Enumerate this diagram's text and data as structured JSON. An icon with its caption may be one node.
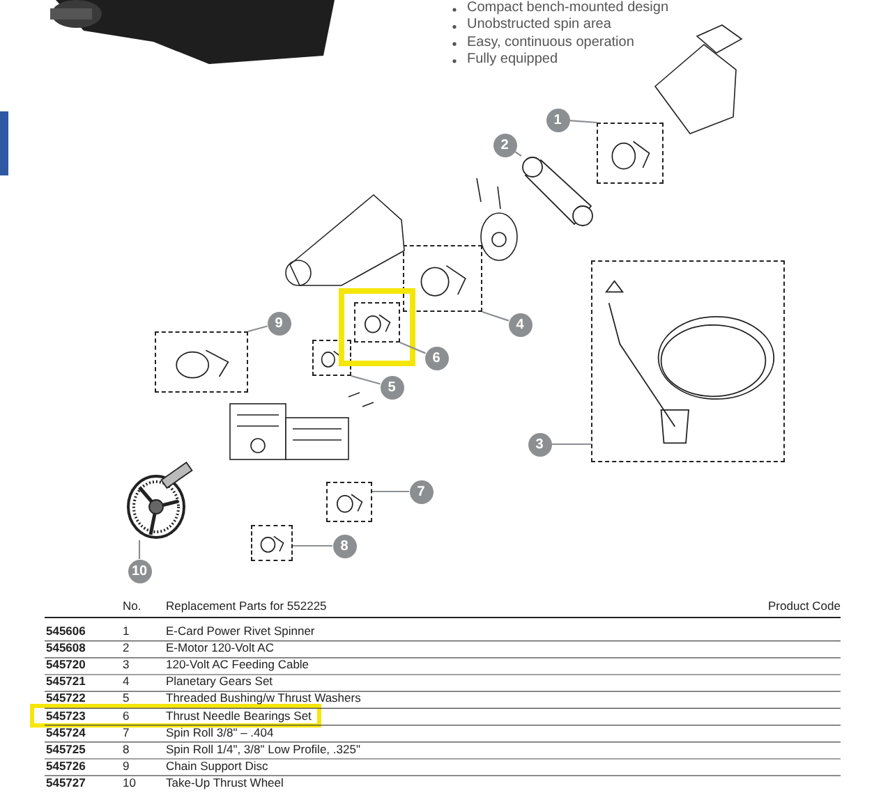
{
  "diagram": {
    "nodes": [
      {
        "text": [
          "1"
        ]
      },
      {
        "text": [
          "2"
        ]
      },
      {
        "text": [
          "3"
        ]
      },
      {
        "text": [
          "4"
        ]
      },
      {
        "text": [
          "5"
        ]
      },
      {
        "text": [
          "6"
        ]
      },
      {
        "text": [
          "7"
        ]
      },
      {
        "text": [
          "8"
        ]
      },
      {
        "text": [
          "9"
        ]
      },
      {
        "text": [
          "10"
        ]
      },
      {
        "text": [],
        "shape": "box"
      },
      {
        "text": [],
        "shape": "picture"
      },
      {
        "text": [],
        "shape": "box"
      },
      {
        "text": [],
        "shape": "box"
      },
      {
        "text": [],
        "shape": "box"
      },
      {
        "text": [],
        "shape": "box"
      },
      {
        "text": [],
        "shape": "box"
      },
      {
        "text": [],
        "shape": "box"
      },
      {
        "text": [],
        "shape": "box"
      },
      {
        "text": [],
        "shape": "picture"
      }
    ],
    "edges": [
      {
        "from": 0,
        "to": 10,
        "arrow": "none"
      },
      {
        "from": 1,
        "to": 11,
        "arrow": "none"
      },
      {
        "from": 2,
        "to": 12,
        "arrow": "none"
      },
      {
        "from": 3,
        "to": 13,
        "arrow": "none"
      },
      {
        "from": 4,
        "to": 14,
        "arrow": "none"
      },
      {
        "from": 5,
        "to": 15,
        "arrow": "none"
      },
      {
        "from": 6,
        "to": 16,
        "arrow": "none"
      },
      {
        "from": 7,
        "to": 17,
        "arrow": "none"
      },
      {
        "from": 8,
        "to": 18,
        "arrow": "none"
      },
      {
        "from": 9,
        "to": 19,
        "arrow": "none"
      }
    ],
    "labels": [
      "Compact bench-mounted design",
      "Unobstructed spin area",
      "Easy, continuous operation",
      "Fully equipped",
      "No.",
      "Replacement Parts for 552225",
      "Product Code",
      "545606",
      "1",
      "E-Card Power Rivet Spinner",
      "545608",
      "2",
      "E-Motor 120-Volt AC",
      "545720",
      "3",
      "120-Volt AC Feeding Cable",
      "545721",
      "4",
      "Planetary Gears Set",
      "545722",
      "5",
      "Threaded Bushing/w Thrust Washers",
      "545723",
      "6",
      "Thrust Needle Bearings Set",
      "545724",
      "7",
      "Spin Roll 3/8\" – .404",
      "545725",
      "8",
      "Spin Roll 1/4\", 3/8\" Low Profile, .325\"",
      "545726",
      "9",
      "Chain Support Disc",
      "545727",
      "10",
      "Take-Up Thrust Wheel"
    ]
  }
}
